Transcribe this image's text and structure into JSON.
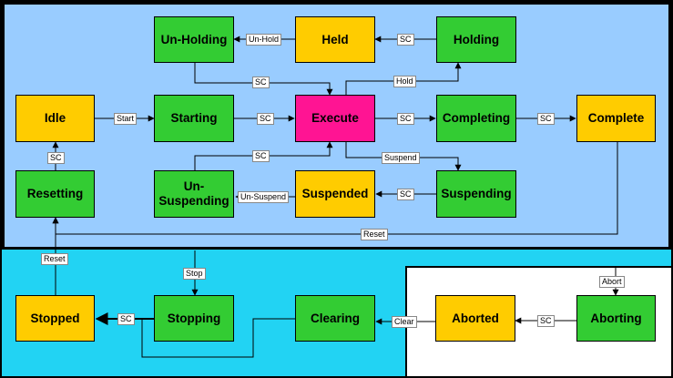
{
  "states": {
    "idle": "Idle",
    "starting": "Starting",
    "execute": "Execute",
    "completing": "Completing",
    "complete": "Complete",
    "resetting": "Resetting",
    "unholding": "Un-Holding",
    "held": "Held",
    "holding": "Holding",
    "unsuspending": "Un-\nSuspending",
    "suspended": "Suspended",
    "suspending": "Suspending",
    "stopped": "Stopped",
    "stopping": "Stopping",
    "clearing": "Clearing",
    "aborted": "Aborted",
    "aborting": "Aborting"
  },
  "transitions": {
    "unhold": "Un-Hold",
    "sc": "SC",
    "hold": "Hold",
    "start": "Start",
    "suspend": "Suspend",
    "unsuspend": "Un-Suspend",
    "reset": "Reset",
    "stop": "Stop",
    "clear": "Clear",
    "abort": "Abort"
  },
  "colors": {
    "active_state": "#33cc33",
    "wait_state": "#ffcc00",
    "execute_state": "#ff1493",
    "inner_region": "#99ccff",
    "outer_region": "#22d3f3",
    "abort_region": "#ffffff"
  }
}
